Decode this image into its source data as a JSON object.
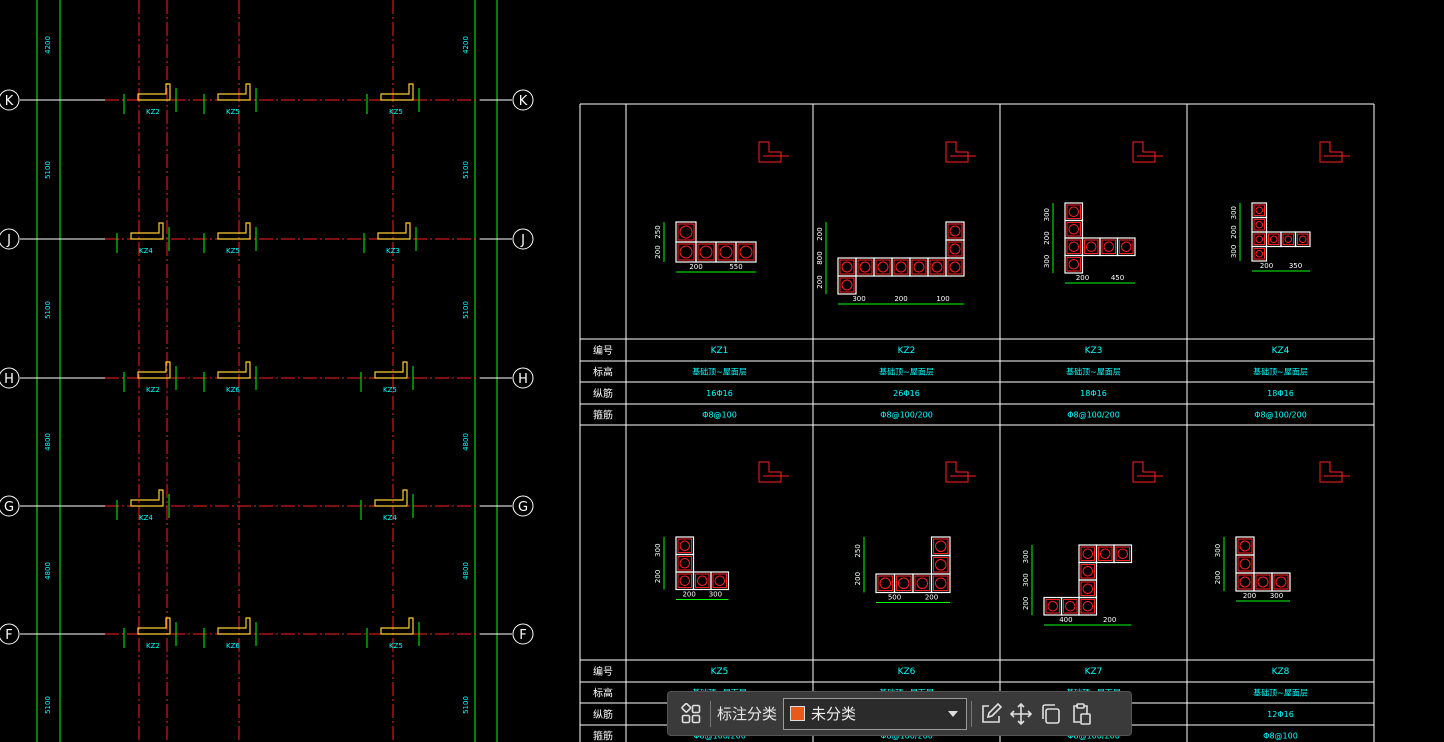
{
  "colors": {
    "background": "#000000",
    "axis": "#ff2020",
    "wall": "#00ff00",
    "text": "#00ffff",
    "grid": "#ffffff",
    "column": "#ff2020",
    "column_fill": "#ffffff",
    "tag_swatch": "#e8591a"
  },
  "plan": {
    "axes": [
      {
        "label": "K"
      },
      {
        "label": "J"
      },
      {
        "label": "H"
      },
      {
        "label": "G"
      },
      {
        "label": "F"
      }
    ],
    "spans": [
      "4200",
      "5100",
      "5100",
      "4800",
      "4800",
      "5100"
    ],
    "column_tags": [
      "KZ2",
      "KZ5",
      "KZ5",
      "KZ4",
      "KZ5",
      "KZ3",
      "KZ2",
      "KZ6",
      "KZ5",
      "KZ4",
      "KZ4",
      "KZ2",
      "KZ6",
      "KZ5"
    ]
  },
  "table": {
    "row_labels": [
      "编号",
      "标高",
      "纵筋",
      "箍筋"
    ],
    "top": [
      {
        "id": "KZ1",
        "elev": "基础顶~屋面层",
        "long": "16Φ16",
        "stir": "Φ8@100"
      },
      {
        "id": "KZ2",
        "elev": "基础顶~屋面层",
        "long": "26Φ16",
        "stir": "Φ8@100/200"
      },
      {
        "id": "KZ3",
        "elev": "基础顶~屋面层",
        "long": "18Φ16",
        "stir": "Φ8@100/200"
      },
      {
        "id": "KZ4",
        "elev": "基础顶~屋面层",
        "long": "18Φ16",
        "stir": "Φ8@100/200"
      }
    ],
    "bottom": [
      {
        "id": "KZ5",
        "elev": "基础顶~屋面层",
        "long": "",
        "stir": "Φ8@100/200"
      },
      {
        "id": "KZ6",
        "elev": "基础顶~屋面层",
        "long": "",
        "stir": "Φ8@100/200"
      },
      {
        "id": "KZ7",
        "elev": "基础顶~屋面层",
        "long": "",
        "stir": "Φ8@100/200"
      },
      {
        "id": "KZ8",
        "elev": "基础顶~屋面层",
        "long": "12Φ16",
        "stir": "Φ8@100"
      }
    ],
    "dims_top": [
      [
        "250",
        "200",
        "200",
        "550"
      ],
      [
        "200",
        "800",
        "200",
        "300",
        "200",
        "100"
      ],
      [
        "300",
        "200",
        "300",
        "200",
        "450"
      ],
      [
        "300",
        "200",
        "300",
        "200",
        "350"
      ]
    ],
    "dims_bottom": [
      [
        "300",
        "200",
        "200",
        "300"
      ],
      [
        "250",
        "200",
        "500",
        "200"
      ],
      [
        "300",
        "300",
        "200",
        "400",
        "200"
      ],
      [
        "300",
        "200",
        "200",
        "300"
      ]
    ]
  },
  "toolbar": {
    "layout_icon": "grid-four-icon",
    "category_label": "标注分类",
    "selected_category": "未分类",
    "buttons": [
      {
        "icon": "edit-icon"
      },
      {
        "icon": "move-icon"
      },
      {
        "icon": "copy-icon"
      },
      {
        "icon": "paste-icon"
      }
    ]
  }
}
